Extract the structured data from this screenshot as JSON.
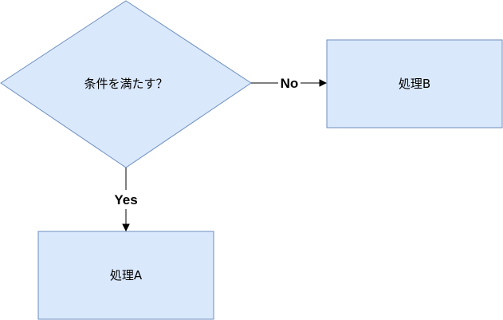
{
  "diagram": {
    "nodes": {
      "decision": {
        "label": "条件を満たす？",
        "shape": "diamond"
      },
      "process_a": {
        "label": "処理A",
        "shape": "rectangle"
      },
      "process_b": {
        "label": "処理B",
        "shape": "rectangle"
      }
    },
    "edges": {
      "no_edge": {
        "from": "decision",
        "to": "process_b",
        "label": "No"
      },
      "yes_edge": {
        "from": "decision",
        "to": "process_a",
        "label": "Yes"
      }
    }
  },
  "colors": {
    "node_fill": "#dae8fc",
    "node_stroke": "#6c8ebf",
    "edge_stroke": "#000000"
  }
}
